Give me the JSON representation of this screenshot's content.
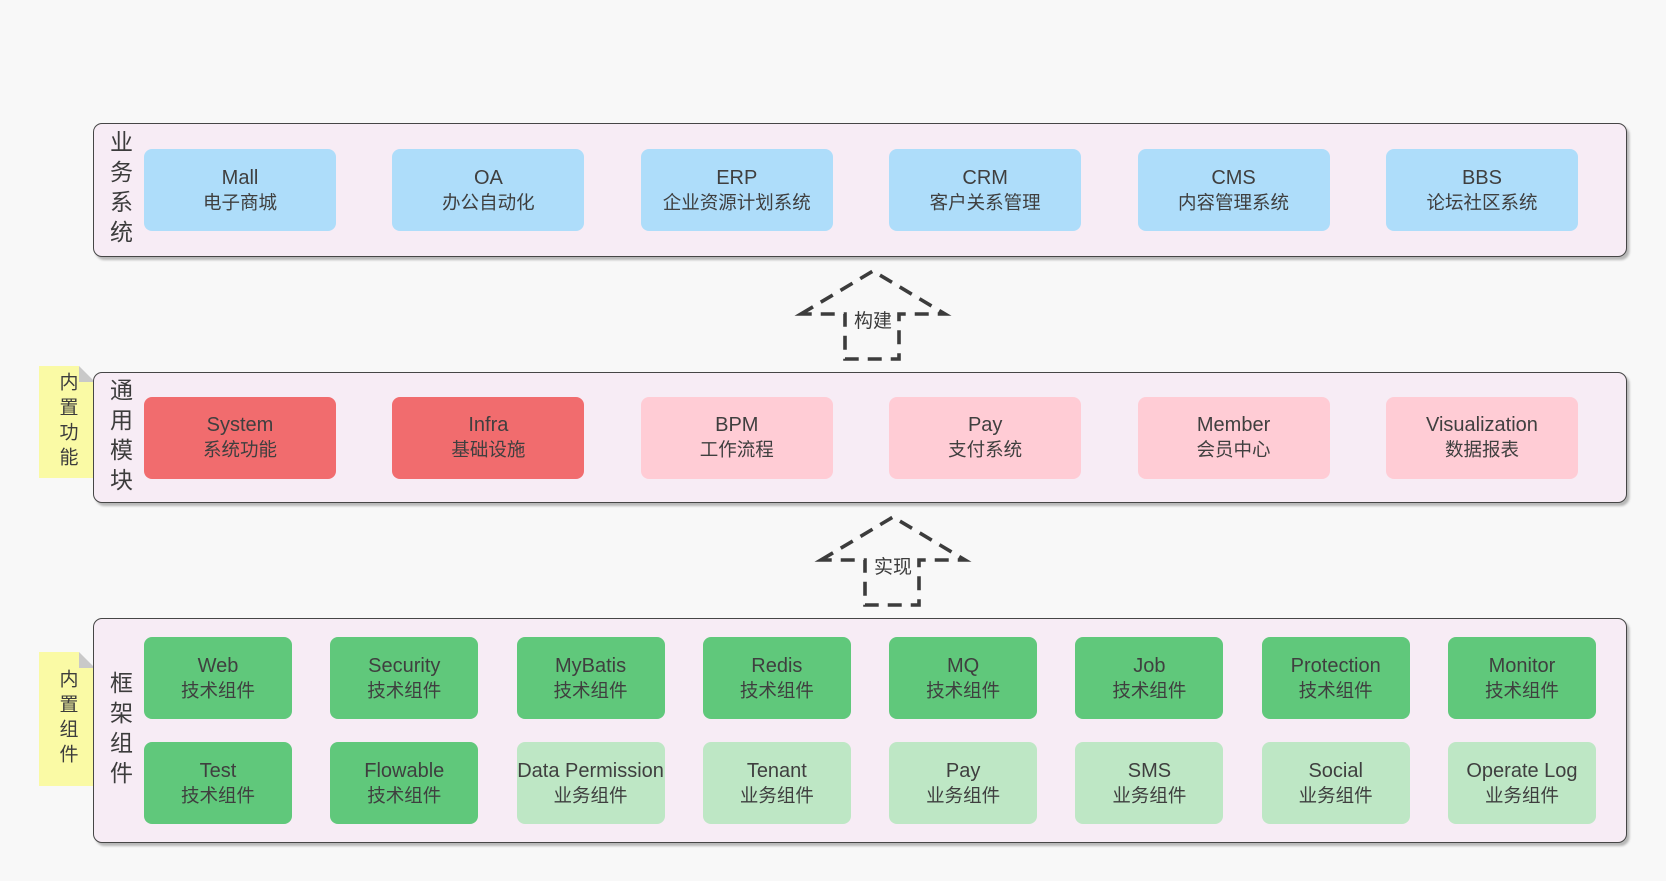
{
  "colors": {
    "page_bg": "#f8f8f8",
    "container_bg": "#f7ecf5",
    "container_border": "#464646",
    "blue": "#aeddfa",
    "red": "#f16c6e",
    "pink": "#ffccd5",
    "green": "#60c87b",
    "green_light": "#bee7c5",
    "note_yellow": "#fafaa5",
    "note_fold": "#c9c9c9",
    "text": "#3f3f3f"
  },
  "arrows": [
    {
      "label": "构建"
    },
    {
      "label": "实现"
    }
  ],
  "layers": [
    {
      "label": "业务系统",
      "boxes": [
        {
          "name": "Mall",
          "desc": "电子商城",
          "variant": "blue"
        },
        {
          "name": "OA",
          "desc": "办公自动化",
          "variant": "blue"
        },
        {
          "name": "ERP",
          "desc": "企业资源计划系统",
          "variant": "blue"
        },
        {
          "name": "CRM",
          "desc": "客户关系管理",
          "variant": "blue"
        },
        {
          "name": "CMS",
          "desc": "内容管理系统",
          "variant": "blue"
        },
        {
          "name": "BBS",
          "desc": "论坛社区系统",
          "variant": "blue"
        }
      ]
    },
    {
      "label": "通用模块",
      "note": "内置功能",
      "boxes": [
        {
          "name": "System",
          "desc": "系统功能",
          "variant": "red"
        },
        {
          "name": "Infra",
          "desc": "基础设施",
          "variant": "red"
        },
        {
          "name": "BPM",
          "desc": "工作流程",
          "variant": "pink"
        },
        {
          "name": "Pay",
          "desc": "支付系统",
          "variant": "pink"
        },
        {
          "name": "Member",
          "desc": "会员中心",
          "variant": "pink"
        },
        {
          "name": "Visualization",
          "desc": "数据报表",
          "variant": "pink"
        }
      ]
    },
    {
      "label": "框架组件",
      "note": "内置组件",
      "rows": [
        [
          {
            "name": "Web",
            "desc": "技术组件",
            "variant": "green"
          },
          {
            "name": "Security",
            "desc": "技术组件",
            "variant": "green"
          },
          {
            "name": "MyBatis",
            "desc": "技术组件",
            "variant": "green"
          },
          {
            "name": "Redis",
            "desc": "技术组件",
            "variant": "green"
          },
          {
            "name": "MQ",
            "desc": "技术组件",
            "variant": "green"
          },
          {
            "name": "Job",
            "desc": "技术组件",
            "variant": "green"
          },
          {
            "name": "Protection",
            "desc": "技术组件",
            "variant": "green"
          },
          {
            "name": "Monitor",
            "desc": "技术组件",
            "variant": "green"
          }
        ],
        [
          {
            "name": "Test",
            "desc": "技术组件",
            "variant": "green"
          },
          {
            "name": "Flowable",
            "desc": "技术组件",
            "variant": "green"
          },
          {
            "name": "Data Permission",
            "desc": "业务组件",
            "variant": "green-light"
          },
          {
            "name": "Tenant",
            "desc": "业务组件",
            "variant": "green-light"
          },
          {
            "name": "Pay",
            "desc": "业务组件",
            "variant": "green-light"
          },
          {
            "name": "SMS",
            "desc": "业务组件",
            "variant": "green-light"
          },
          {
            "name": "Social",
            "desc": "业务组件",
            "variant": "green-light"
          },
          {
            "name": "Operate Log",
            "desc": "业务组件",
            "variant": "green-light"
          }
        ]
      ]
    }
  ]
}
